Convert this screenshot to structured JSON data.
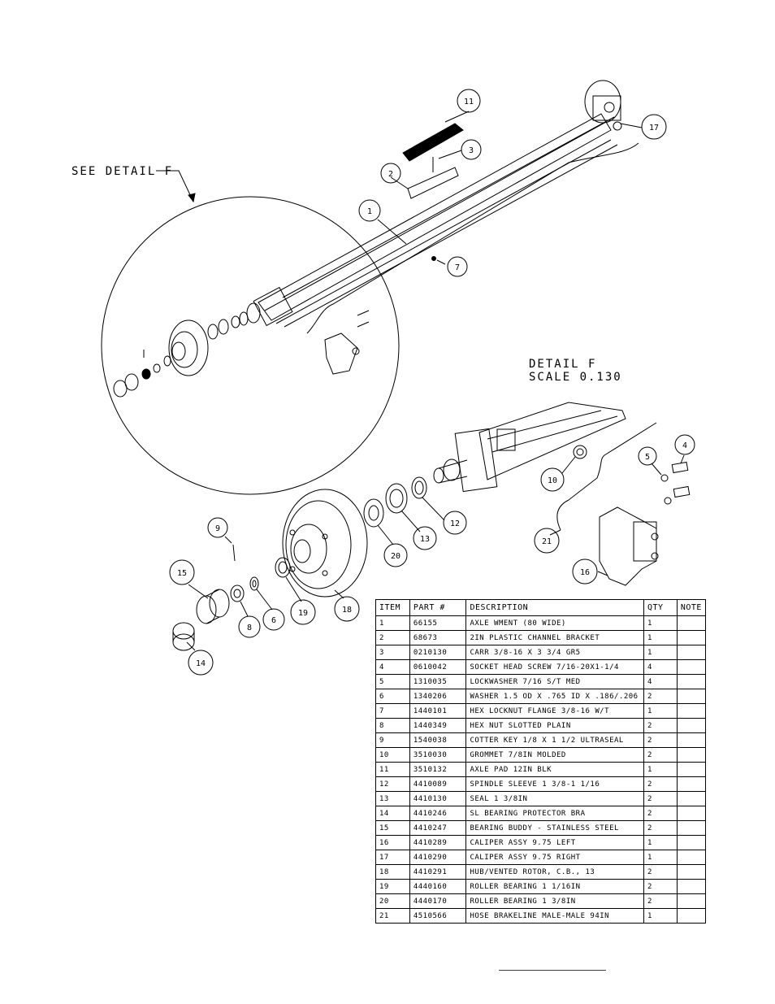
{
  "labels": {
    "see_detail": "SEE DETAIL  F",
    "detail_title": "DETAIL  F",
    "detail_scale": "SCALE  0.130"
  },
  "callouts": [
    {
      "id": "1",
      "num": "1"
    },
    {
      "id": "2",
      "num": "2"
    },
    {
      "id": "3",
      "num": "3"
    },
    {
      "id": "4",
      "num": "4"
    },
    {
      "id": "5",
      "num": "5"
    },
    {
      "id": "6",
      "num": "6"
    },
    {
      "id": "7",
      "num": "7"
    },
    {
      "id": "8",
      "num": "8"
    },
    {
      "id": "9",
      "num": "9"
    },
    {
      "id": "10",
      "num": "10"
    },
    {
      "id": "11",
      "num": "11"
    },
    {
      "id": "12",
      "num": "12"
    },
    {
      "id": "13",
      "num": "13"
    },
    {
      "id": "14",
      "num": "14"
    },
    {
      "id": "15",
      "num": "15"
    },
    {
      "id": "16",
      "num": "16"
    },
    {
      "id": "17",
      "num": "17"
    },
    {
      "id": "18",
      "num": "18"
    },
    {
      "id": "19",
      "num": "19"
    },
    {
      "id": "20",
      "num": "20"
    },
    {
      "id": "21",
      "num": "21"
    }
  ],
  "bom": {
    "headers": {
      "item": "ITEM",
      "part": "PART #",
      "desc": "DESCRIPTION",
      "qty": "QTY",
      "note": "NOTE"
    },
    "rows": [
      {
        "item": "1",
        "part": "66155",
        "desc": "AXLE WMENT (80 WIDE)",
        "qty": "1",
        "note": ""
      },
      {
        "item": "2",
        "part": "68673",
        "desc": "2IN PLASTIC CHANNEL BRACKET",
        "qty": "1",
        "note": ""
      },
      {
        "item": "3",
        "part": "0210130",
        "desc": "CARR 3/8-16 X 3 3/4 GR5",
        "qty": "1",
        "note": ""
      },
      {
        "item": "4",
        "part": "0610042",
        "desc": "SOCKET HEAD SCREW 7/16-20X1-1/4",
        "qty": "4",
        "note": ""
      },
      {
        "item": "5",
        "part": "1310035",
        "desc": "LOCKWASHER 7/16 S/T MED",
        "qty": "4",
        "note": ""
      },
      {
        "item": "6",
        "part": "1340206",
        "desc": "WASHER 1.5 OD X .765 ID X .186/.206",
        "qty": "2",
        "note": ""
      },
      {
        "item": "7",
        "part": "1440101",
        "desc": "HEX LOCKNUT FLANGE 3/8-16 W/T",
        "qty": "1",
        "note": ""
      },
      {
        "item": "8",
        "part": "1440349",
        "desc": "HEX NUT SLOTTED PLAIN",
        "qty": "2",
        "note": ""
      },
      {
        "item": "9",
        "part": "1540038",
        "desc": "COTTER KEY 1/8 X 1 1/2 ULTRASEAL",
        "qty": "2",
        "note": ""
      },
      {
        "item": "10",
        "part": "3510030",
        "desc": "GROMMET  7/8IN MOLDED",
        "qty": "2",
        "note": ""
      },
      {
        "item": "11",
        "part": "3510132",
        "desc": "AXLE PAD 12IN  BLK",
        "qty": "1",
        "note": ""
      },
      {
        "item": "12",
        "part": "4410089",
        "desc": "SPINDLE SLEEVE  1 3/8-1 1/16",
        "qty": "2",
        "note": ""
      },
      {
        "item": "13",
        "part": "4410130",
        "desc": "SEAL  1 3/8IN",
        "qty": "2",
        "note": ""
      },
      {
        "item": "14",
        "part": "4410246",
        "desc": "SL BEARING PROTECTOR BRA",
        "qty": "2",
        "note": ""
      },
      {
        "item": "15",
        "part": "4410247",
        "desc": "BEARING BUDDY - STAINLESS STEEL",
        "qty": "2",
        "note": ""
      },
      {
        "item": "16",
        "part": "4410289",
        "desc": "CALIPER ASSY 9.75 LEFT",
        "qty": "1",
        "note": ""
      },
      {
        "item": "17",
        "part": "4410290",
        "desc": "CALIPER ASSY 9.75 RIGHT",
        "qty": "1",
        "note": ""
      },
      {
        "item": "18",
        "part": "4410291",
        "desc": "HUB/VENTED ROTOR, C.B.,  13",
        "qty": "2",
        "note": ""
      },
      {
        "item": "19",
        "part": "4440160",
        "desc": "ROLLER BEARING   1 1/16IN",
        "qty": "2",
        "note": ""
      },
      {
        "item": "20",
        "part": "4440170",
        "desc": "ROLLER BEARING   1 3/8IN",
        "qty": "2",
        "note": ""
      },
      {
        "item": "21",
        "part": "4510566",
        "desc": "HOSE BRAKELINE MALE-MALE 94IN",
        "qty": "1",
        "note": ""
      }
    ]
  }
}
